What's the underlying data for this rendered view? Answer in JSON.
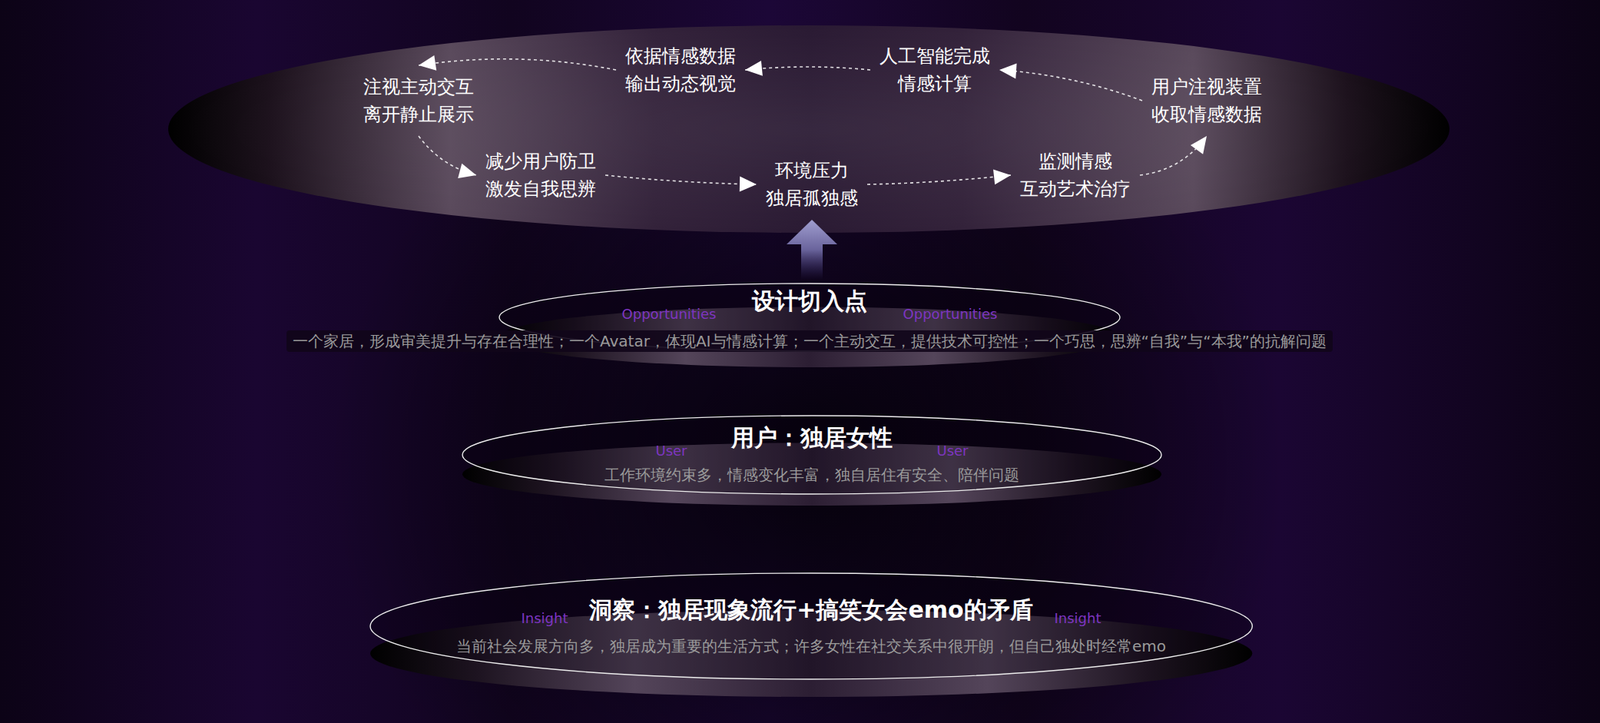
{
  "diagram": {
    "nodes": [
      {
        "text": [
          "依据情感数据 输出动态视觉"
        ]
      },
      {
        "text": [
          "人工智能完成 情感计算"
        ]
      },
      {
        "text": [
          "注视主动交互 离开静止展示"
        ]
      },
      {
        "text": [
          "用户注视装置 收取情感数据"
        ]
      },
      {
        "text": [
          "减少用户防卫 激发自我思辨"
        ]
      },
      {
        "text": [
          "监测情感 互动艺术治疗"
        ]
      },
      {
        "text": [
          "环境压力 独居孤独感"
        ]
      },
      {
        "text": [
          "设计切入点",
          "Opportunities",
          "Opportunities",
          "一个家居，形成审美提升与存在合理性；一个Avatar，体现AI与情感计算；一个主动交互，提供技术可控性；一个巧思，思辨“自我”与“本我”的抗解问题"
        ]
      },
      {
        "text": [
          "用户：独居女性",
          "User",
          "User",
          "工作环境约束多，情感变化丰富，独自居住有安全、陪伴问题"
        ]
      },
      {
        "text": [
          "洞察：独居现象流行+搞笑女会emo的矛盾",
          "Insight",
          "Insight",
          "当前社会发展方向多，独居成为重要的生活方式；许多女性在社交关系中很开朗，但自己独处时经常emo"
        ]
      }
    ],
    "edges": [
      {
        "from": 6,
        "to": 5,
        "arrow": "to"
      },
      {
        "from": 5,
        "to": 3,
        "arrow": "to"
      },
      {
        "from": 3,
        "to": 1,
        "arrow": "to"
      },
      {
        "from": 1,
        "to": 0,
        "arrow": "to"
      },
      {
        "from": 0,
        "to": 2,
        "arrow": "to"
      },
      {
        "from": 2,
        "to": 4,
        "arrow": "to"
      },
      {
        "from": 4,
        "to": 6,
        "arrow": "to"
      },
      {
        "from": 7,
        "to": 6,
        "arrow": "to"
      }
    ]
  }
}
